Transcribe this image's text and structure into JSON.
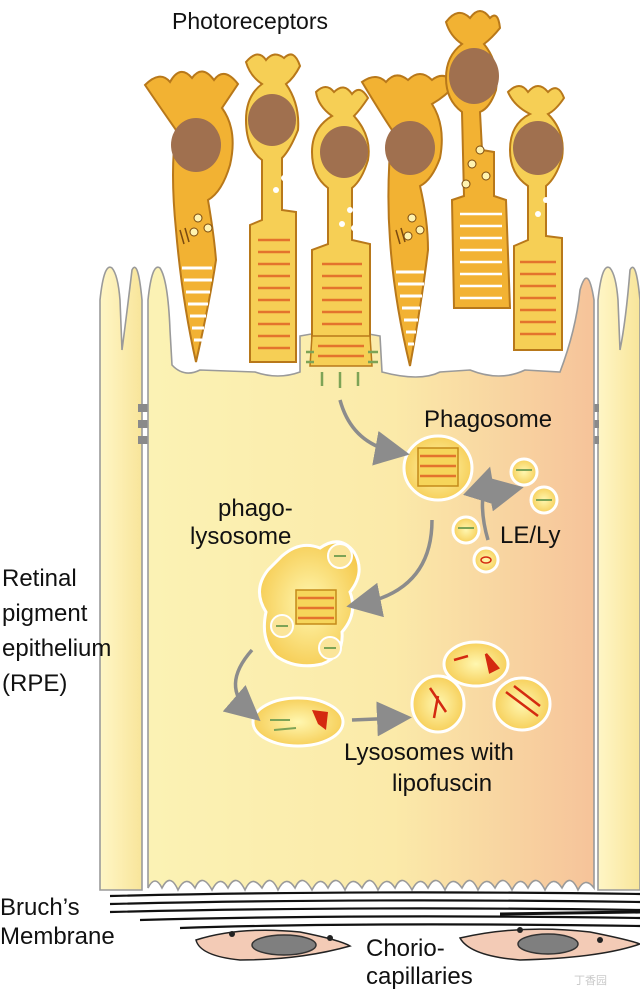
{
  "labels": {
    "photoreceptors": "Photoreceptors",
    "phagosome": "Phagosome",
    "phagolysosome_line1": "phago-",
    "phagolysosome_line2": "lysosome",
    "le_ly": "LE/Ly",
    "lysosomes_line1": "Lysosomes with",
    "lysosomes_line2": "lipofuscin",
    "rpe_line1": "Retinal",
    "rpe_line2": "pigment",
    "rpe_line3": "epithelium",
    "rpe_line4": "(RPE)",
    "bruchs_line1": "Bruch’s",
    "bruchs_line2": "Membrane",
    "chorio_line1": "Chorio-",
    "chorio_line2": "capillaries"
  },
  "watermark": "丁香园",
  "colors": {
    "photoreceptor_fill": "#f2b233",
    "photoreceptor_stroke": "#b8781a",
    "nucleus": "#a0704f",
    "rpe_cell": "#fbf0ad",
    "rpe_edge_gradient": "#f6c59a",
    "arrow": "#8c8c8c",
    "lipofuscin": "#d42a10"
  }
}
